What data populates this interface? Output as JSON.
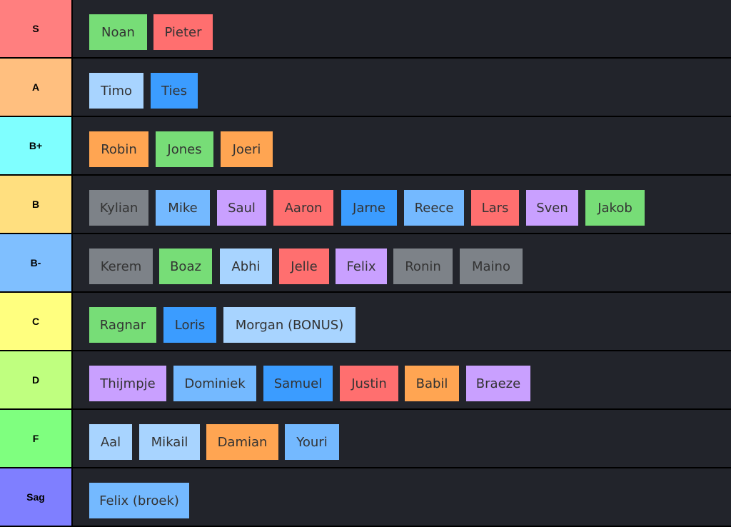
{
  "tiers": [
    {
      "label": "S",
      "color": "#ff7f7f",
      "items": [
        [
          "Noan",
          "#77dd77"
        ],
        [
          "Pieter",
          "#ff6f6f"
        ]
      ]
    },
    {
      "label": "A",
      "color": "#ffbf7f",
      "items": [
        [
          "Timo",
          "#a8d4ff"
        ],
        [
          "Ties",
          "#3b9cff"
        ]
      ]
    },
    {
      "label": "B+",
      "color": "#7fffff",
      "items": [
        [
          "Robin",
          "#ffa552"
        ],
        [
          "Jones",
          "#77dd77"
        ],
        [
          "Joeri",
          "#ffa552"
        ]
      ]
    },
    {
      "label": "B",
      "color": "#ffdf7f",
      "items": [
        [
          "Kylian",
          "#7d8288"
        ],
        [
          "Mike",
          "#74b9ff"
        ],
        [
          "Saul",
          "#c9a0ff"
        ],
        [
          "Aaron",
          "#ff6f6f"
        ],
        [
          "Jarne",
          "#3b9cff"
        ],
        [
          "Reece",
          "#74b9ff"
        ],
        [
          "Lars",
          "#ff6f6f"
        ],
        [
          "Sven",
          "#c9a0ff"
        ],
        [
          "Jakob",
          "#77dd77"
        ]
      ]
    },
    {
      "label": "B-",
      "color": "#7fbfff",
      "items": [
        [
          "Kerem",
          "#7d8288"
        ],
        [
          "Boaz",
          "#77dd77"
        ],
        [
          "Abhi",
          "#a8d4ff"
        ],
        [
          "Jelle",
          "#ff6f6f"
        ],
        [
          "Felix",
          "#c9a0ff"
        ],
        [
          "Ronin",
          "#7d8288"
        ],
        [
          "Maino",
          "#7d8288"
        ]
      ]
    },
    {
      "label": "C",
      "color": "#ffff7f",
      "items": [
        [
          "Ragnar",
          "#77dd77"
        ],
        [
          "Loris",
          "#3b9cff"
        ],
        [
          "Morgan (BONUS)",
          "#a8d4ff"
        ]
      ]
    },
    {
      "label": "D",
      "color": "#bfff7f",
      "items": [
        [
          "Thijmpje",
          "#c9a0ff"
        ],
        [
          "Dominiek",
          "#74b9ff"
        ],
        [
          "Samuel",
          "#3b9cff"
        ],
        [
          "Justin",
          "#ff6f6f"
        ],
        [
          "Babil",
          "#ffa552"
        ],
        [
          "Braeze",
          "#c9a0ff"
        ]
      ]
    },
    {
      "label": "F",
      "color": "#7fff7f",
      "items": [
        [
          "Aal",
          "#a8d4ff"
        ],
        [
          "Mikail",
          "#a8d4ff"
        ],
        [
          "Damian",
          "#ffa552"
        ],
        [
          "Youri",
          "#74b9ff"
        ]
      ]
    },
    {
      "label": "Sag",
      "color": "#7f7fff",
      "items": [
        [
          "Felix (broek)",
          "#74b9ff"
        ]
      ]
    }
  ]
}
